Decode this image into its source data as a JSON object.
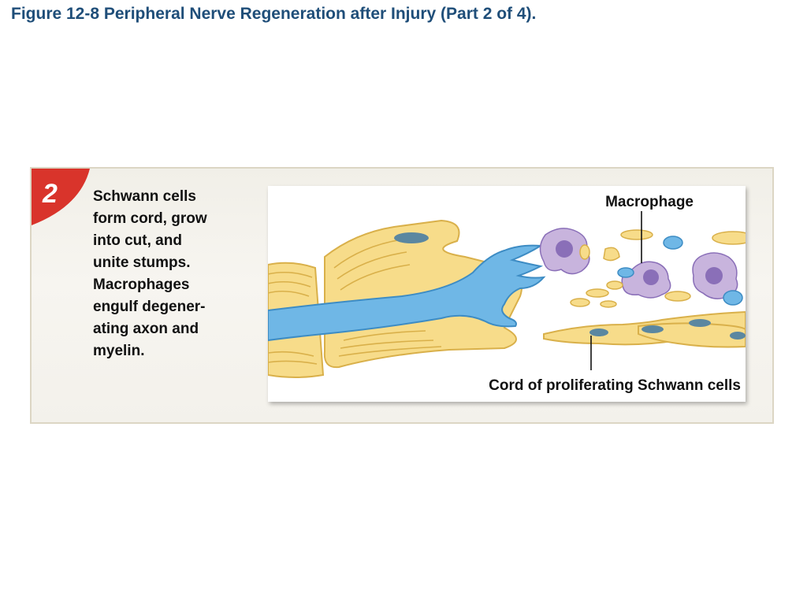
{
  "figure": {
    "title": "Figure 12-8 Peripheral Nerve Regeneration after Injury (Part 2 of 4)."
  },
  "step": {
    "number": "2",
    "description_lines": [
      "Schwann cells",
      "form cord, grow",
      "into cut, and",
      "unite stumps.",
      "Macrophages",
      "engulf degener-",
      "ating axon and",
      "myelin."
    ]
  },
  "labels": {
    "macrophage": "Macrophage",
    "cord": "Cord of proliferating Schwann cells"
  },
  "colors": {
    "title": "#1f4e79",
    "badge": "#d9342b",
    "axon": "#6fb7e6",
    "axon_outline": "#3d8cc4",
    "myelin": "#f7dc8a",
    "myelin_line": "#d9b04a",
    "macrophage": "#c8b4dd",
    "macrophage_nucleus": "#8a6fb8",
    "schwann_nucleus": "#5b87a0"
  }
}
